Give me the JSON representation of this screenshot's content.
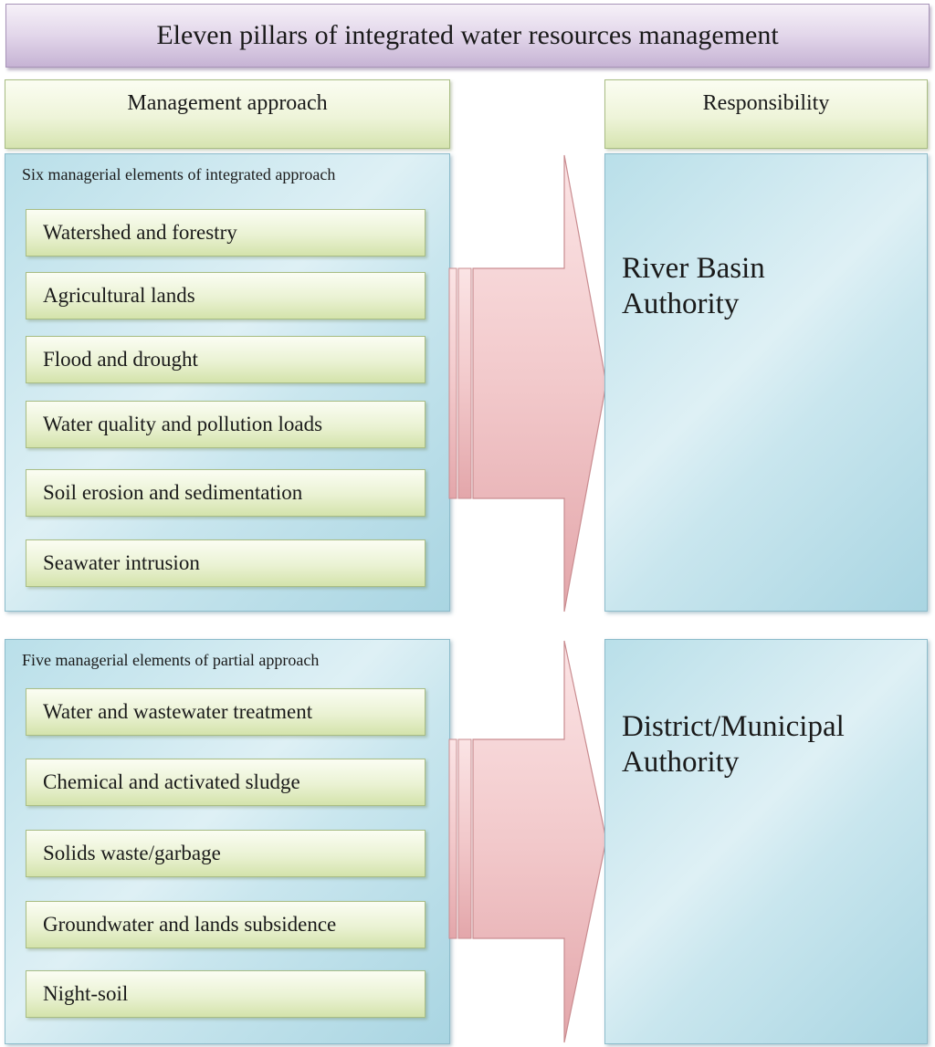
{
  "title": "Eleven pillars of integrated water resources management",
  "headers": {
    "left": "Management approach",
    "right": "Responsibility"
  },
  "groups": [
    {
      "label": "Six managerial elements of integrated approach",
      "items": [
        "Watershed and forestry",
        "Agricultural lands",
        "Flood and drought",
        "Water quality and pollution loads",
        "Soil erosion and sedimentation",
        "Seawater intrusion"
      ],
      "authority_line1": "River Basin",
      "authority_line2": "Authority"
    },
    {
      "label": "Five managerial elements of partial approach",
      "items": [
        "Water and wastewater treatment",
        "Chemical and activated sludge",
        "Solids waste/garbage",
        "Groundwater and lands subsidence",
        "Night-soil"
      ],
      "authority_line1": "District/Municipal",
      "authority_line2": "Authority"
    }
  ],
  "colors": {
    "title_fill": "#d6c8e0",
    "header_fill": "#e6efcc",
    "panel_fill": "#c4e4ec",
    "arrow_fill": "#f0c4c6",
    "arrow_stroke": "#c98c90"
  }
}
